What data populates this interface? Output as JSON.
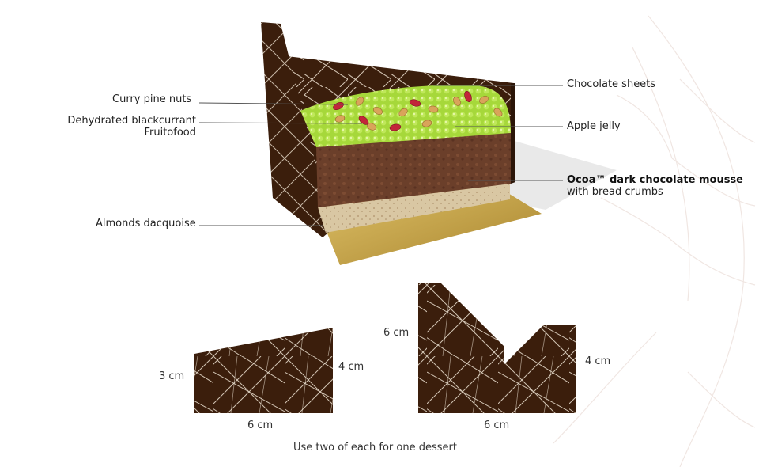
{
  "labels": {
    "curry_pine_nuts": "Curry pine nuts",
    "blackcurrant_line1": "Dehydrated blackcurrant",
    "blackcurrant_line2": "Fruitofood",
    "almonds_dacquoise": "Almonds dacquoise",
    "chocolate_sheets": "Chocolate sheets",
    "apple_jelly": "Apple jelly",
    "mousse_line1": "Ocoa™ dark chocolate mousse",
    "mousse_line2": "with bread crumbs"
  },
  "template_left": {
    "left_height": "3 cm",
    "right_height": "4 cm",
    "width": "6 cm"
  },
  "template_right": {
    "left_height": "6 cm",
    "right_height": "4 cm",
    "width": "6 cm"
  },
  "footer_note": "Use two of each for one dessert",
  "colors": {
    "chocolate": "#3b1e0c",
    "jelly": "#a6d83a",
    "mousse": "#6b3f2a",
    "dacquoise": "#d9c7a3",
    "gold_board": "#c9a64a",
    "line": "#555555"
  }
}
